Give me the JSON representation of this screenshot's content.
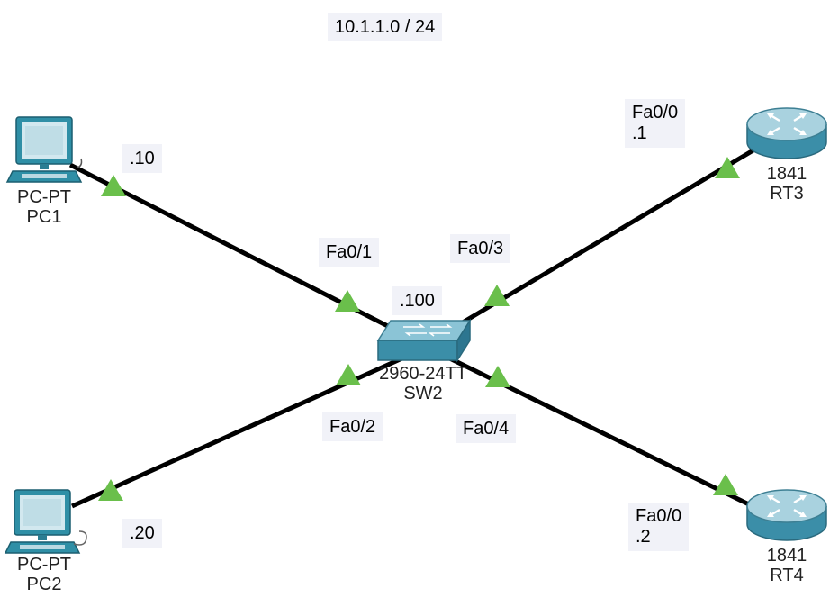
{
  "subnet": "10.1.1.0 / 24",
  "devices": {
    "pc1": {
      "model": "PC-PT",
      "name": "PC1"
    },
    "pc2": {
      "model": "PC-PT",
      "name": "PC2"
    },
    "sw2": {
      "model": "2960-24TT",
      "name": "SW2"
    },
    "rt3": {
      "model": "1841",
      "name": "RT3"
    },
    "rt4": {
      "model": "1841",
      "name": "RT4"
    }
  },
  "notes": {
    "pc1_ip": ".10",
    "pc2_ip": ".20",
    "sw2_ip": ".100",
    "sw_fa01": "Fa0/1",
    "sw_fa02": "Fa0/2",
    "sw_fa03": "Fa0/3",
    "sw_fa04": "Fa0/4",
    "rt3_if": "Fa0/0",
    "rt3_ip": ".1",
    "rt4_if": "Fa0/0",
    "rt4_ip": ".2"
  },
  "colors": {
    "link": "#000000",
    "link_up_indicator": "#6abf4b",
    "note_background": "#f1f2f8"
  }
}
